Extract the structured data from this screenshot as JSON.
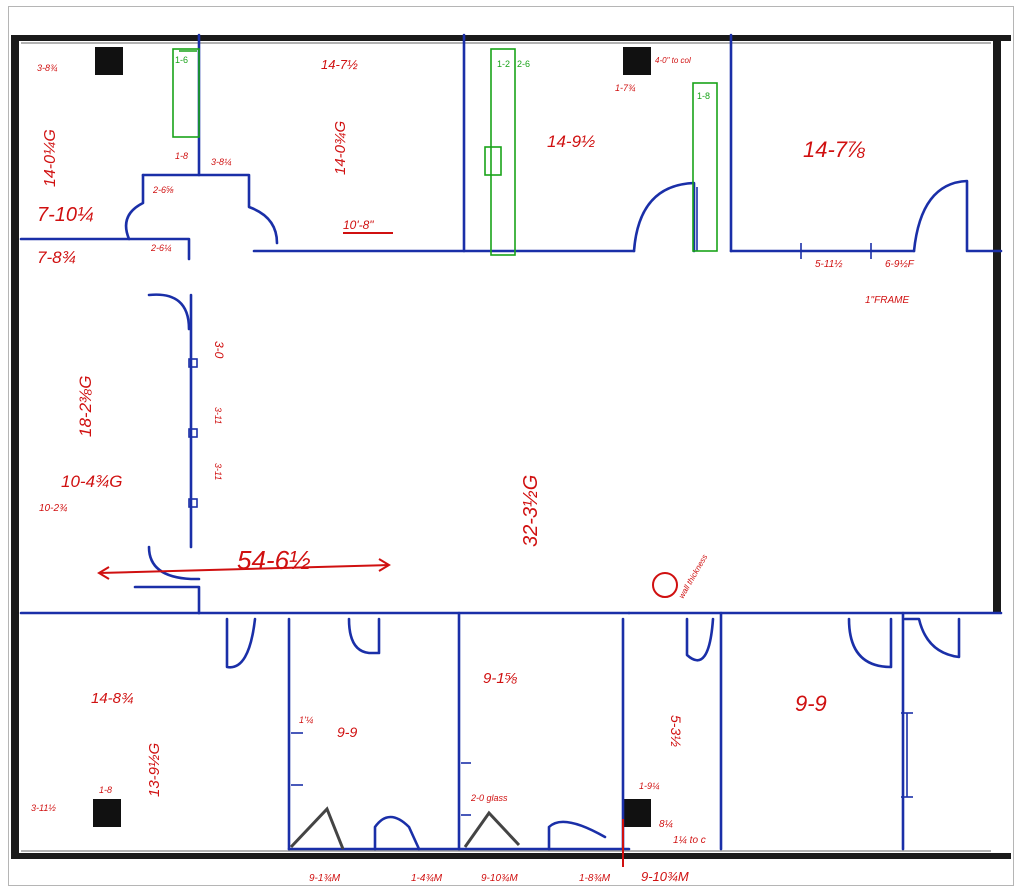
{
  "colors": {
    "wall": "#1a2fa8",
    "markup": "#d01010",
    "existing": "#19a319",
    "exterior": "#1a1a1a",
    "column": "#111111"
  },
  "dimensions": {
    "top_left_vert": "14-0¼G",
    "upper_room1_horiz": "14-7½",
    "upper_room1_vert": "14-0¾G",
    "upper_room2_horiz": "14-9½",
    "upper_room3_horiz": "14-7⅞",
    "left_wall_a": "7-10¼",
    "left_wall_b": "7-8¾",
    "door_offset_a": "10'-8\"",
    "corridor_right_a": "5-11½",
    "corridor_right_b": "6-9½F",
    "frame_note": "1\"FRAME",
    "corridor_door": "3-0",
    "left_room_vert": "18-2⅜G",
    "left_room_horiz": "10-4¾G",
    "left_room_sub": "10-2¾",
    "center_vert": "32-3½G",
    "overall_horiz": "54-6½",
    "lower_left_horiz": "14-8¾",
    "lower_left_vert": "13-9½G",
    "lower_left_col": "1-8",
    "lower_left_edge": "3-11½",
    "lower_room1_horiz": "9-9",
    "lower_room2_horiz": "9-1⅝",
    "lower_room3_vert": "5-3½",
    "lower_right_horiz": "9-9",
    "bottom_dim_1": "9-1¾M",
    "bottom_dim_2": "1-4¾M",
    "bottom_dim_3": "9-10¾M",
    "bottom_dim_4": "1-8¾M",
    "bottom_dim_5": "9-10¾M",
    "small_notes": [
      "3-8¾",
      "2-6⅝",
      "2-6¼",
      "3-8¼",
      "1-8",
      "1-7¾",
      "4-0\" to col",
      "1-9¼",
      "3-11",
      "3-11",
      "1'¼",
      "2-0 glass",
      "8¼",
      "1¼ to c",
      "wall thickness"
    ],
    "existing_labels": [
      "1-6",
      "1-2",
      "2-6",
      "1-8"
    ]
  }
}
